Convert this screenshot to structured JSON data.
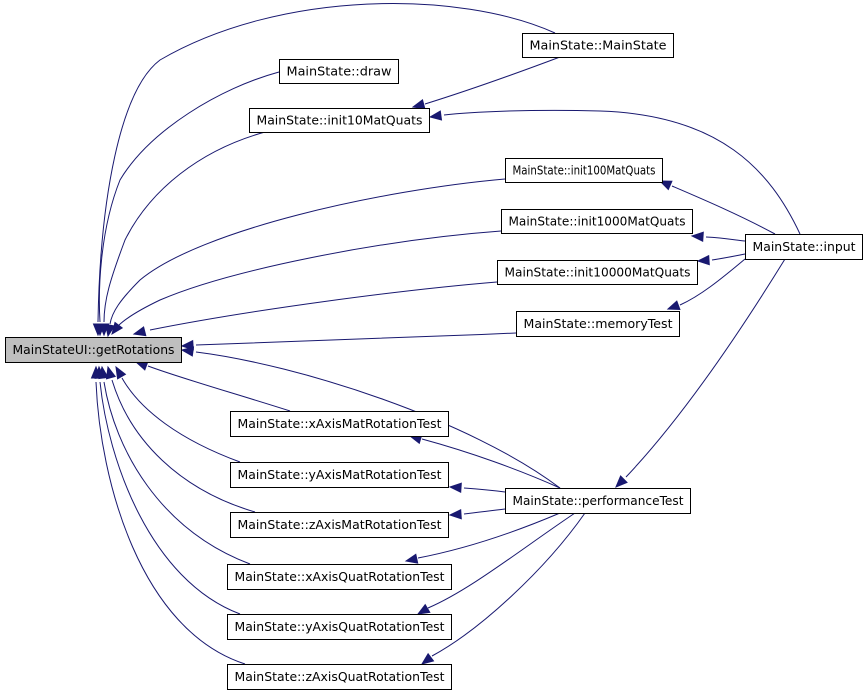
{
  "nodes": [
    {
      "id": "root",
      "label": "MainStateUI::getRotations",
      "root": true
    },
    {
      "id": "ctor",
      "label": "MainState::MainState"
    },
    {
      "id": "draw",
      "label": "MainState::draw"
    },
    {
      "id": "i10",
      "label": "MainState::init10MatQuats"
    },
    {
      "id": "i100",
      "label": "MainState::init100MatQuats"
    },
    {
      "id": "i1000",
      "label": "MainState::init1000MatQuats"
    },
    {
      "id": "i10000",
      "label": "MainState::init10000MatQuats"
    },
    {
      "id": "input",
      "label": "MainState::input"
    },
    {
      "id": "mem",
      "label": "MainState::memoryTest"
    },
    {
      "id": "xmat",
      "label": "MainState::xAxisMatRotationTest"
    },
    {
      "id": "ymat",
      "label": "MainState::yAxisMatRotationTest"
    },
    {
      "id": "zmat",
      "label": "MainState::zAxisMatRotationTest"
    },
    {
      "id": "perf",
      "label": "MainState::performanceTest"
    },
    {
      "id": "xquat",
      "label": "MainState::xAxisQuatRotationTest"
    },
    {
      "id": "yquat",
      "label": "MainState::yAxisQuatRotationTest"
    },
    {
      "id": "zquat",
      "label": "MainState::zAxisQuatRotationTest"
    }
  ],
  "edges": [
    {
      "from": "ctor",
      "to": "root"
    },
    {
      "from": "draw",
      "to": "root"
    },
    {
      "from": "i10",
      "to": "root"
    },
    {
      "from": "i100",
      "to": "root"
    },
    {
      "from": "i1000",
      "to": "root"
    },
    {
      "from": "i10000",
      "to": "root"
    },
    {
      "from": "mem",
      "to": "root"
    },
    {
      "from": "xmat",
      "to": "root"
    },
    {
      "from": "ymat",
      "to": "root"
    },
    {
      "from": "zmat",
      "to": "root"
    },
    {
      "from": "xquat",
      "to": "root"
    },
    {
      "from": "yquat",
      "to": "root"
    },
    {
      "from": "zquat",
      "to": "root"
    },
    {
      "from": "perf",
      "to": "root"
    },
    {
      "from": "ctor",
      "to": "i10"
    },
    {
      "from": "input",
      "to": "i10"
    },
    {
      "from": "input",
      "to": "i100"
    },
    {
      "from": "input",
      "to": "i1000"
    },
    {
      "from": "input",
      "to": "i10000"
    },
    {
      "from": "input",
      "to": "mem"
    },
    {
      "from": "input",
      "to": "perf"
    },
    {
      "from": "perf",
      "to": "xmat"
    },
    {
      "from": "perf",
      "to": "ymat"
    },
    {
      "from": "perf",
      "to": "zmat"
    },
    {
      "from": "perf",
      "to": "xquat"
    },
    {
      "from": "perf",
      "to": "yquat"
    },
    {
      "from": "perf",
      "to": "zquat"
    }
  ],
  "colors": {
    "edge": "#191970",
    "root_fill": "#bfbfbf",
    "node_fill": "#ffffff",
    "node_border": "#000000"
  }
}
